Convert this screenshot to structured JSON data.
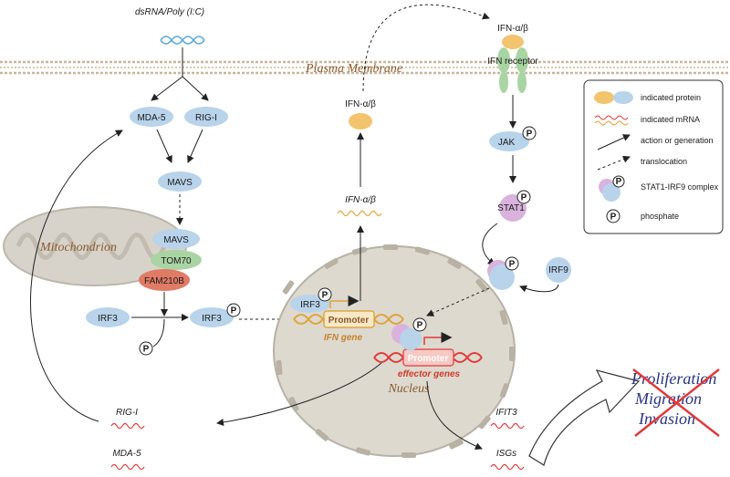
{
  "labels": {
    "ligand": "dsRNA/Poly (I:C)",
    "membrane": "Plasma Membrane",
    "mda5": "MDA-5",
    "rigi": "RIG-I",
    "mavs": "MAVS",
    "mavs2": "MAVS",
    "tom70": "TOM70",
    "fam210b": "FAM210B",
    "mitochondrion": "Mitochondrion",
    "irf3_left": "IRF3",
    "irf3_mid": "IRF3",
    "irf3_nuc": "IRF3",
    "p": "P",
    "promoter1": "Promoter",
    "ifn_gene": "IFN gene",
    "promoter2": "Promoter",
    "effector_genes": "effector genes",
    "nucleus": "Nucleus",
    "ifn_mrna": "IFN-α/β",
    "ifn_protein": "IFN-α/β",
    "ifn_top": "IFN-α/β",
    "ifn_receptor": "IFN receptor",
    "jak": "JAK",
    "stat1": "STAT1",
    "irf9": "IRF9",
    "rigi_mrna": "RIG-I",
    "mda5_mrna": "MDA-5",
    "ifit3": "IFIT3",
    "isgs": "ISGs",
    "proliferation": "Proliferation",
    "migration": "Migration",
    "invasion": "Invasion"
  },
  "legend": {
    "items": [
      {
        "icon": "protein-ovals-icon",
        "text": "indicated protein"
      },
      {
        "icon": "mrna-wave-icon",
        "text": "indicated mRNA"
      },
      {
        "icon": "solid-arrow-icon",
        "text": "action or generation"
      },
      {
        "icon": "dashed-arrow-icon",
        "text": "translocation"
      },
      {
        "icon": "complex-icon",
        "text": "STAT1-IRF9 complex"
      },
      {
        "icon": "phosphate-icon",
        "text": "phosphate"
      }
    ]
  },
  "colors": {
    "protein_blue": "#b8d3ea",
    "protein_orange": "#f2c46e",
    "stat1_purple": "#d9b3dd",
    "tom70_green": "#a9d4a3",
    "fam210b_red": "#e07b66",
    "membrane": "#c9b59a",
    "nucleus_fill": "#ddd9cf",
    "mito_fill": "#d7d3cb",
    "cross_red": "#e0393a",
    "outcome_text": "#2a3580",
    "label_brown": "#8b5a2b"
  }
}
